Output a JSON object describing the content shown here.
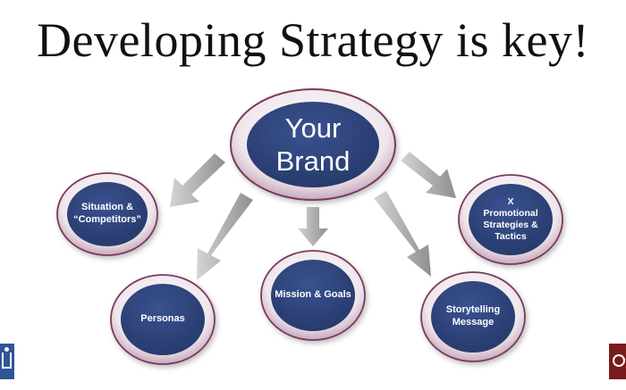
{
  "title": "Developing Strategy is key!",
  "center_node": {
    "label": "Your\nBrand"
  },
  "nodes": [
    {
      "id": "situation",
      "label": "Situation &\n“Competitors”"
    },
    {
      "id": "personas",
      "label": "Personas"
    },
    {
      "id": "mission",
      "label": "Mission & Goals"
    },
    {
      "id": "storytelling",
      "label": "Storytelling\nMessage"
    },
    {
      "id": "promotional",
      "label": "X\nPromotional\nStrategies &\nTactics"
    }
  ],
  "colors": {
    "node_fill": "#2e4275",
    "node_ring": "#efe6ec",
    "node_outline": "#7a3a5e",
    "arrow": "#a6a6a6",
    "left_badge": "#2f5597",
    "right_badge": "#7a1b1b"
  },
  "icons": {
    "left_corner": "person-icon",
    "right_corner": "copyright-icon"
  }
}
